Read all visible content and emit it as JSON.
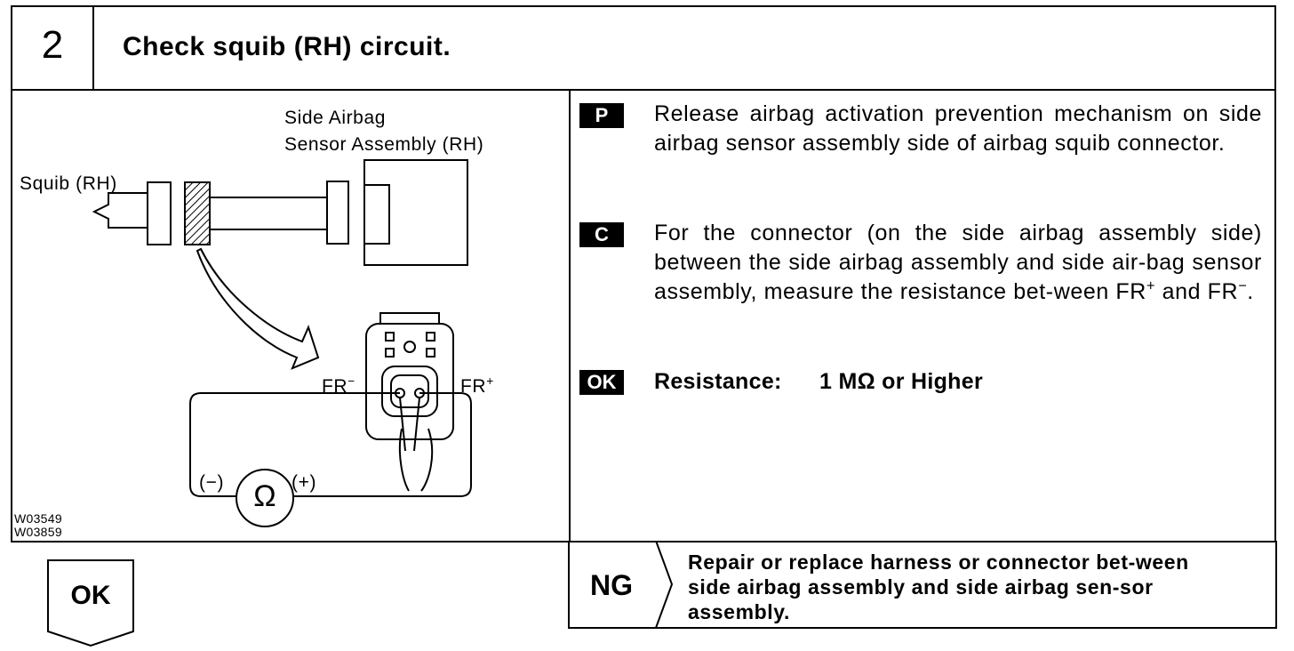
{
  "header": {
    "step_number": "2",
    "title": "Check squib (RH) circuit."
  },
  "diagram": {
    "label_sensor_line1": "Side Airbag",
    "label_sensor_line2": "Sensor Assembly (RH)",
    "label_squib": "Squib (RH)",
    "label_fr_minus": "FR",
    "label_fr_minus_sup": "−",
    "label_fr_plus": "FR",
    "label_fr_plus_sup": "+",
    "label_meter_minus": "(−)",
    "label_meter_plus": "(+)",
    "meter_symbol": "Ω",
    "figure_id_1": "W03549",
    "figure_id_2": "W03859"
  },
  "instructions": {
    "p_badge": "P",
    "p_text": "Release airbag activation prevention mechanism on side airbag sensor assembly side of airbag squib connector.",
    "c_badge": "C",
    "c_text_main": "For the connector (on the side airbag assembly side) between the side airbag assembly and side air-bag sensor assembly, measure the resistance bet-ween FR",
    "c_sup_plus": "+",
    "c_text_and": " and FR",
    "c_sup_minus": "−",
    "c_text_end": ".",
    "ok_badge": "OK",
    "spec_label": "Resistance:",
    "spec_value": "1 MΩ or Higher"
  },
  "result_ok": {
    "label": "OK"
  },
  "result_ng": {
    "label": "NG",
    "text": "Repair or replace harness or connector bet-ween side airbag assembly and side airbag sen-sor assembly."
  }
}
